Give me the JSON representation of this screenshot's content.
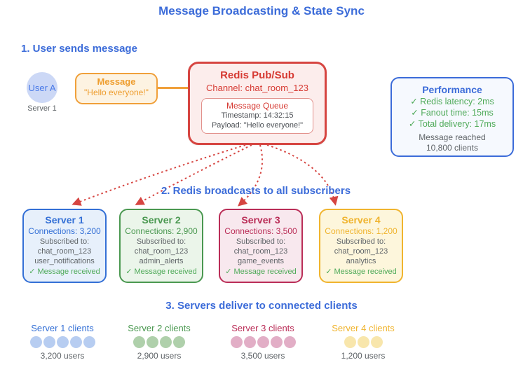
{
  "title": "Message Broadcasting & State Sync",
  "colors": {
    "heading_blue": "#3c6cd9",
    "orange": "#f0a03a",
    "orange_text": "#ee9d2e",
    "orange_bg": "#fdf3e2",
    "red": "#d64541",
    "red_text": "#d63a33",
    "red_bg": "#fcedec",
    "queue_border": "#e2918c",
    "queue_text": "#4d5156",
    "perf_blue": "#3c6cd9",
    "perf_bg": "#f6f9fe",
    "green_check": "#4faa59",
    "gray_text": "#5f6468",
    "user_circle_bg": "#ccd8f6",
    "user_circle_text": "#4a7ae8",
    "s1": "#3470d6",
    "s1_bg": "#e7f0fb",
    "s2": "#4a9850",
    "s2_bg": "#ebf5ea",
    "s3": "#ba2d57",
    "s3_bg": "#f8e8ee",
    "s4": "#f0b42e",
    "s4_bg": "#fdf6dc",
    "dot_blue": "#b7cdf1",
    "dot_green": "#afd0ab",
    "dot_pink": "#e2aec6",
    "dot_amber": "#f8e6ac"
  },
  "section1": {
    "heading": "1. User sends message",
    "user": {
      "name": "User A",
      "server": "Server 1"
    },
    "message_box": {
      "title": "Message",
      "text": "\"Hello everyone!\""
    },
    "redis": {
      "title": "Redis Pub/Sub",
      "channel": "Channel: chat_room_123",
      "queue": {
        "title": "Message Queue",
        "timestamp": "Timestamp: 14:32:15",
        "payload": "Payload: \"Hello everyone!\""
      }
    },
    "performance": {
      "title": "Performance",
      "metrics": [
        "✓ Redis latency: 2ms",
        "✓ Fanout time: 15ms",
        "✓ Total delivery: 17ms"
      ],
      "summary_line1": "Message reached",
      "summary_line2": "10,800 clients"
    }
  },
  "section2": {
    "heading": "2. Redis broadcasts to all subscribers",
    "servers": [
      {
        "name": "Server 1",
        "connections": "Connections: 3,200",
        "subscribed_label": "Subscribed to:",
        "channels": [
          "chat_room_123",
          "user_notifications"
        ],
        "status": "✓ Message received"
      },
      {
        "name": "Server 2",
        "connections": "Connections: 2,900",
        "subscribed_label": "Subscribed to:",
        "channels": [
          "chat_room_123",
          "admin_alerts"
        ],
        "status": "✓ Message received"
      },
      {
        "name": "Server 3",
        "connections": "Connections: 3,500",
        "subscribed_label": "Subscribed to:",
        "channels": [
          "chat_room_123",
          "game_events"
        ],
        "status": "✓ Message received"
      },
      {
        "name": "Server 4",
        "connections": "Connections: 1,200",
        "subscribed_label": "Subscribed to:",
        "channels": [
          "chat_room_123",
          "analytics"
        ],
        "status": "✓ Message received"
      }
    ]
  },
  "section3": {
    "heading": "3. Servers deliver to connected clients",
    "groups": [
      {
        "label": "Server 1 clients",
        "dots": 5,
        "users": "3,200 users"
      },
      {
        "label": "Server 2 clients",
        "dots": 4,
        "users": "2,900 users"
      },
      {
        "label": "Server 3 clients",
        "dots": 5,
        "users": "3,500 users"
      },
      {
        "label": "Server 4 clients",
        "dots": 3,
        "users": "1,200 users"
      }
    ]
  }
}
